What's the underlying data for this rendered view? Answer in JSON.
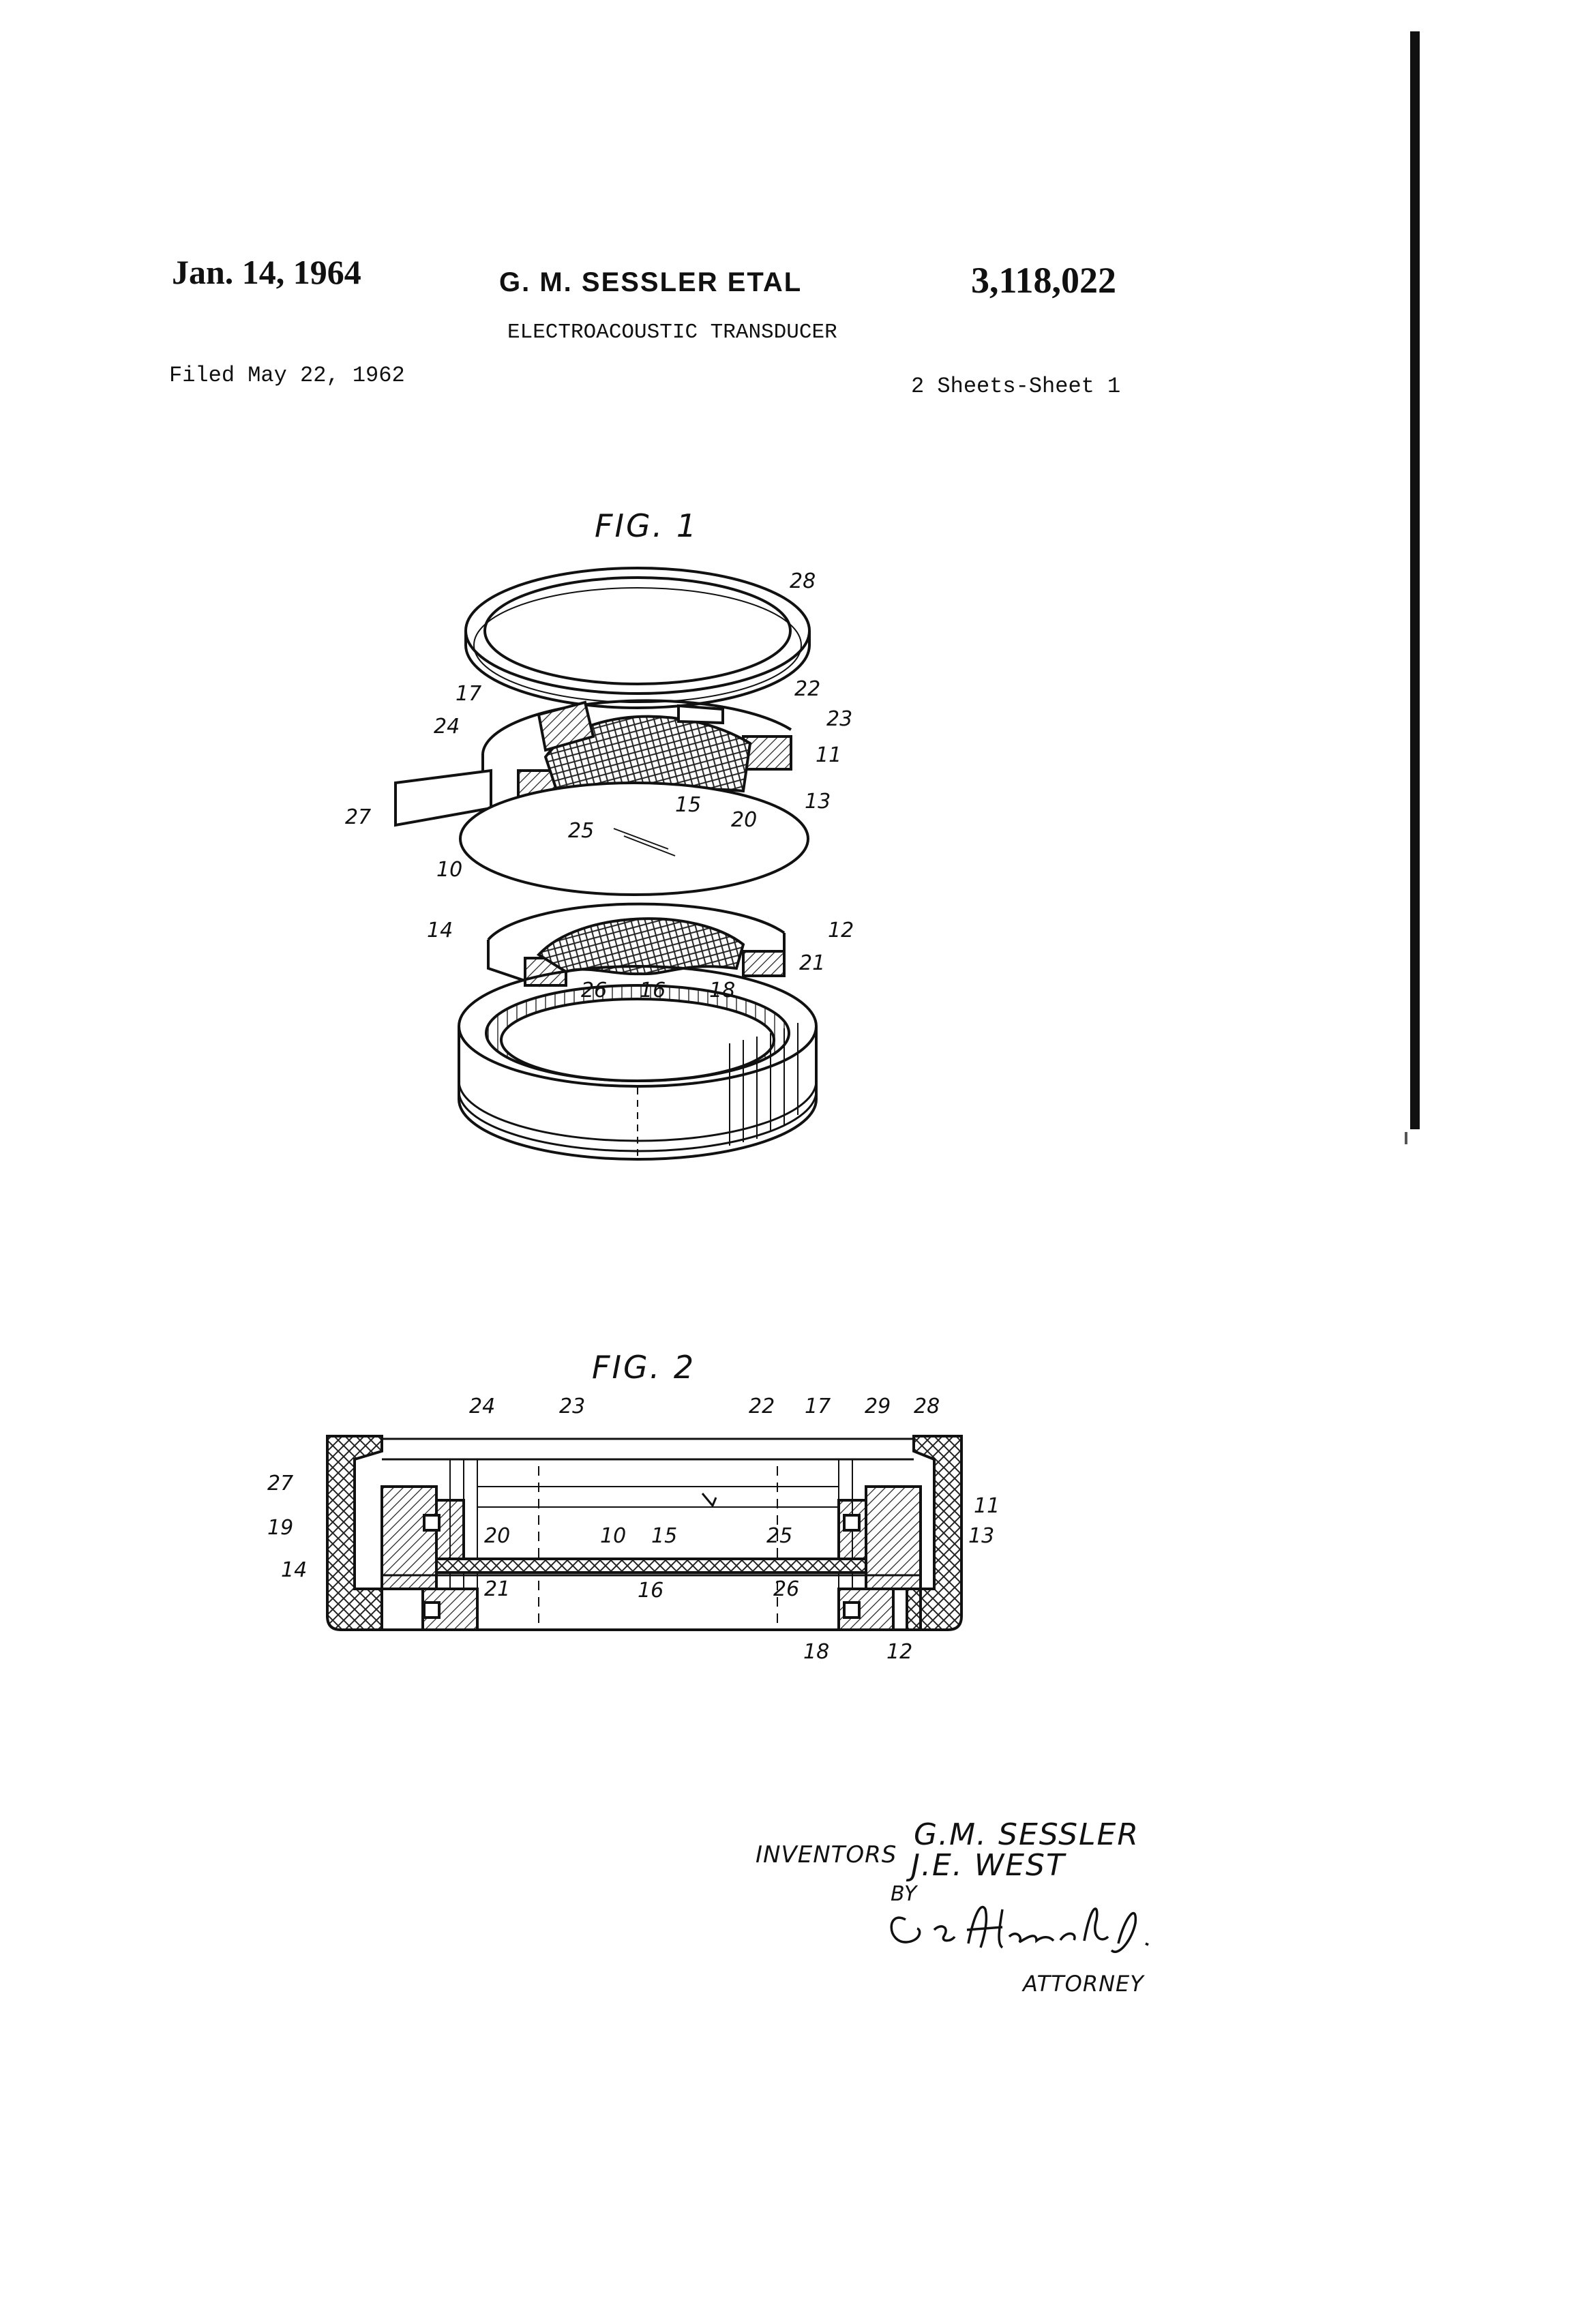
{
  "header": {
    "date": "Jan. 14, 1964",
    "inventors": "G. M. SESSLER ETAL",
    "patent_number": "3,118,022",
    "title": "ELECTROACOUSTIC TRANSDUCER",
    "filed": "Filed May 22, 1962",
    "sheets": "2 Sheets-Sheet 1"
  },
  "figures": {
    "fig1": {
      "label": "FIG. 1",
      "refs": {
        "r28": "28",
        "r17": "17",
        "r22": "22",
        "r23": "23",
        "r24": "24",
        "r11": "11",
        "r13": "13",
        "r15": "15",
        "r20": "20",
        "r25": "25",
        "r27": "27",
        "r10": "10",
        "r14": "14",
        "r12": "12",
        "r21": "21",
        "r26": "26",
        "r16": "16",
        "r18": "18"
      }
    },
    "fig2": {
      "label": "FIG. 2",
      "refs": {
        "r24": "24",
        "r23": "23",
        "r22": "22",
        "r17": "17",
        "r29": "29",
        "r28": "28",
        "r27": "27",
        "r11": "11",
        "r19": "19",
        "r20": "20",
        "r10": "10",
        "r15": "15",
        "r25": "25",
        "r13": "13",
        "r14": "14",
        "r21": "21",
        "r16": "16",
        "r26": "26",
        "r18": "18",
        "r12": "12"
      }
    }
  },
  "signature_block": {
    "inventors_label": "INVENTORS",
    "inventor_1": "G.M. SESSLER",
    "inventor_2": "J.E. WEST",
    "by": "BY",
    "signature": "G.E. Hirsch Jr.",
    "attorney": "ATTORNEY"
  }
}
